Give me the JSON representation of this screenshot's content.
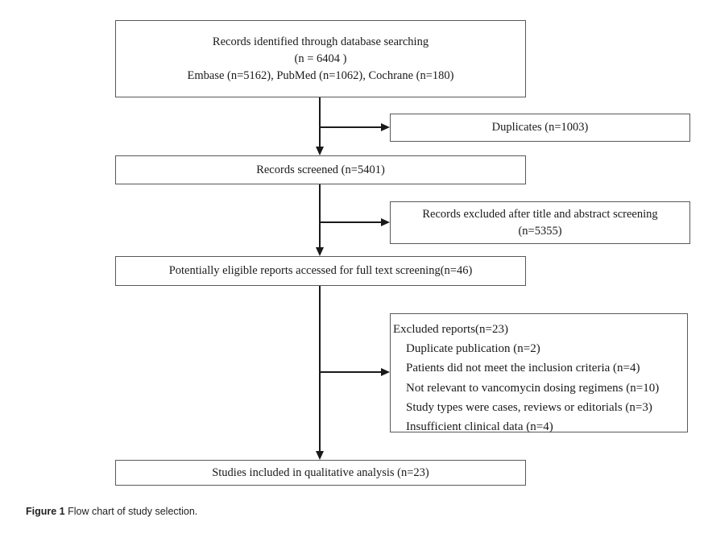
{
  "figure": {
    "caption_label": "Figure 1",
    "caption_text": " Flow chart of study selection."
  },
  "boxes": {
    "identified": {
      "line1": "Records identified through database searching",
      "line2": "(n = 6404 )",
      "line3": "Embase (n=5162), PubMed (n=1062), Cochrane (n=180)"
    },
    "duplicates": {
      "text": "Duplicates (n=1003)"
    },
    "screened": {
      "text": "Records screened (n=5401)"
    },
    "excluded_title_abstract": {
      "line1": "Records excluded after title and abstract screening",
      "line2": "(n=5355)"
    },
    "eligible": {
      "text": "Potentially eligible reports accessed for full text screening(n=46)"
    },
    "excluded_reports": {
      "title": "Excluded reports(n=23)",
      "items": [
        "Duplicate publication (n=2)",
        "Patients did not meet the inclusion criteria (n=4)",
        "Not relevant to vancomycin dosing regimens (n=10)",
        "Study types were cases, reviews or editorials (n=3)",
        "Insufficient clinical data (n=4)"
      ]
    },
    "included": {
      "text": "Studies included in qualitative analysis (n=23)"
    }
  },
  "colors": {
    "background": "#ffffff",
    "box_border": "#595959",
    "connector": "#1a1a1a",
    "text": "#1a1a1a"
  }
}
